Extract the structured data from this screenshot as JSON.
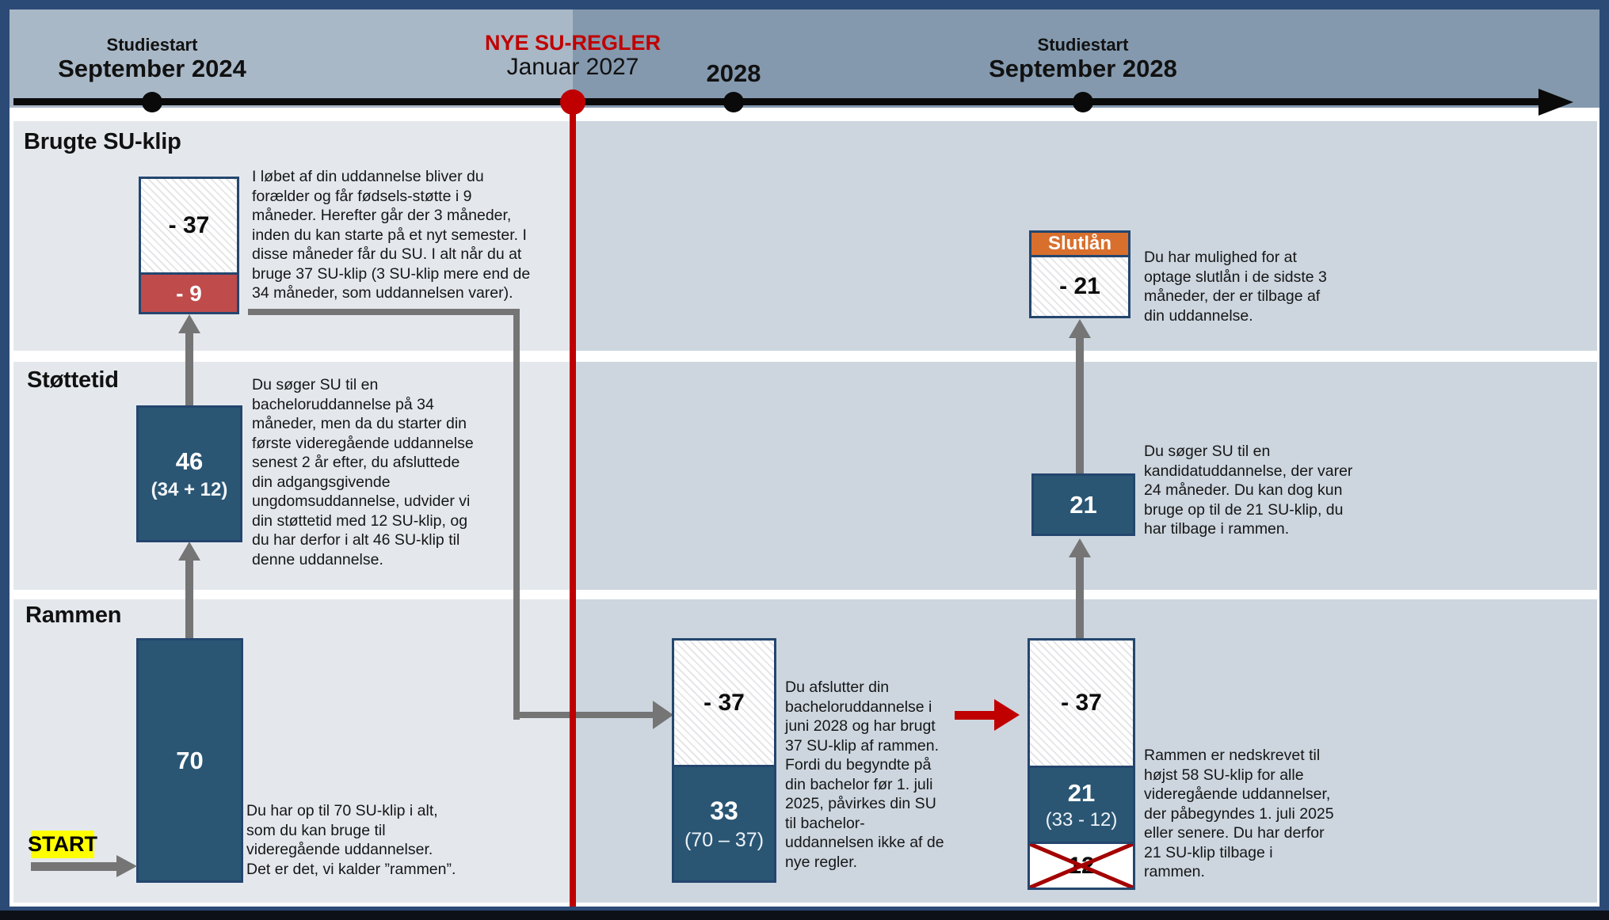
{
  "header": {
    "markers": [
      {
        "subtitle": "Studiestart",
        "title": "September 2024"
      },
      {
        "subtitle": "NYE SU-REGLER",
        "title": "Januar 2027"
      },
      {
        "subtitle": "",
        "title": "2028"
      },
      {
        "subtitle": "Studiestart",
        "title": "September 2028"
      }
    ]
  },
  "rows": [
    {
      "title": "Brugte SU-klip"
    },
    {
      "title": "Støttetid"
    },
    {
      "title": "Rammen"
    }
  ],
  "start": {
    "label": "START"
  },
  "boxes": {
    "used": {
      "spent": "- 37",
      "parental": "- 9"
    },
    "slutlaan": {
      "header": "Slutlån",
      "value": "- 21"
    },
    "support46": {
      "value": "46",
      "formula": "(34 + 12)"
    },
    "support21": {
      "value": "21"
    },
    "frame70": {
      "value": "70"
    },
    "frame33": {
      "spent": "- 37",
      "value": "33",
      "formula": "(70 – 37)"
    },
    "frame21": {
      "spent": "- 37",
      "value": "21",
      "formula": "(33 - 12)",
      "removed": "12"
    }
  },
  "notes": {
    "used": "I løbet af din uddannelse bliver du\nforælder og får fødsels-støtte i 9\nmåneder. Herefter går der 3 måneder,\ninden du kan starte på et nyt semester. I\ndisse måneder får du SU. I alt når du at\nbruge 37 SU-klip (3 SU-klip mere end de\n34 måneder, som uddannelsen varer).",
    "support": "Du søger SU til en\nbacheloruddannelse på 34\nmåneder, men da du starter din\nførste videregående uddannelse\nsenest 2 år efter, du afsluttede\ndin adgangsgivende\nungdomsuddannelse, udvider vi\ndin støttetid med 12 SU-klip, og\ndu har derfor i alt 46 SU-klip til\ndenne uddannelse.",
    "frame": "Du har op til 70 SU-klip i alt,\nsom du kan bruge til\nvideregående uddannelser.\nDet er det, vi kalder ”rammen”.",
    "bachelor": "Du afslutter din\nbacheloruddannelse i\njuni 2028 og har brugt\n37 SU-klip af rammen.\nFordi du begyndte på\ndin bachelor før 1. juli\n2025, påvirkes din SU\ntil bachelor-\nuddannelsen ikke af de\nnye regler.",
    "slutlaan": "Du har mulighed for at\noptage slutlån i de sidste 3\nmåneder, der er tilbage af\ndin uddannelse.",
    "kandidat": "Du søger SU til en\nkandidatuddannelse, der varer\n24 måneder. Du kan dog kun\nbruge op til de 21 SU-klip, du\nhar tilbage i rammen.",
    "nedskrivning": "Rammen er nedskrevet til\nhøjst 58 SU-klip for alle\nvideregående uddannelser,\nder påbegyndes 1. juli 2025\neller senere. Du har derfor\n21 SU-klip tilbage i\nrammen."
  },
  "colors": {
    "accent_red": "#c00000",
    "box_blue": "#2a5674",
    "box_red": "#bf4b4b",
    "box_orange": "#d96f2d",
    "frame_navy": "#2c4a76",
    "arrow_gray": "#757575",
    "band_light": "#e4e8ed",
    "band_dark": "#cdd6df",
    "header_light": "#a9b8c7",
    "header_dark": "#8499ae",
    "start_yellow": "#ffff00"
  }
}
